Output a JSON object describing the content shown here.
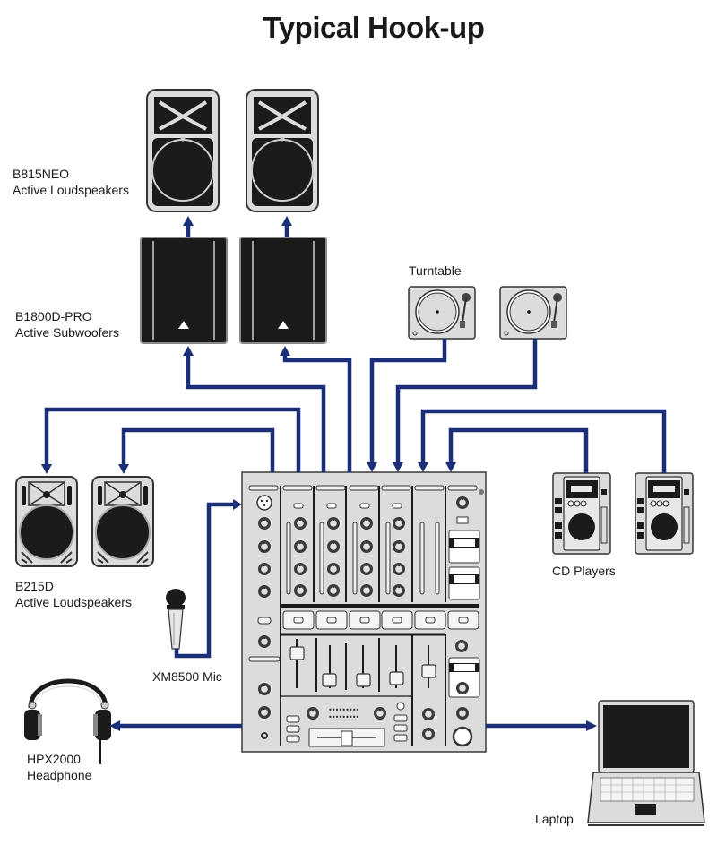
{
  "title": "Typical Hook-up",
  "colors": {
    "cable": "#1a2f78",
    "device_fill": "#dcdcdc",
    "device_dark": "#1b1b1b"
  },
  "devices": {
    "top_speakers": {
      "model": "B815NEO",
      "description": "Active Loudspeakers",
      "count": 2
    },
    "subwoofers": {
      "model": "B1800D-PRO",
      "description": "Active Subwoofers",
      "count": 2
    },
    "turntables": {
      "label": "Turntable",
      "count": 2
    },
    "monitors": {
      "model": "B215D",
      "description": "Active Loudspeakers",
      "count": 2
    },
    "cd_players": {
      "label": "CD Players",
      "count": 2
    },
    "mic": {
      "label": "XM8500 Mic"
    },
    "headphone": {
      "model": "HPX2000",
      "description": "Headphone"
    },
    "laptop": {
      "label": "Laptop"
    },
    "mixer": {
      "label": "DJ Mixer"
    }
  },
  "connections": [
    {
      "from": "subwoofer-1",
      "to": "top-speaker-1"
    },
    {
      "from": "subwoofer-2",
      "to": "top-speaker-2"
    },
    {
      "from": "mixer",
      "to": "subwoofer-1"
    },
    {
      "from": "mixer",
      "to": "subwoofer-2"
    },
    {
      "from": "mixer",
      "to": "monitor-1"
    },
    {
      "from": "mixer",
      "to": "monitor-2"
    },
    {
      "from": "turntable-1",
      "to": "mixer"
    },
    {
      "from": "turntable-2",
      "to": "mixer"
    },
    {
      "from": "cd-player-1",
      "to": "mixer"
    },
    {
      "from": "cd-player-2",
      "to": "mixer"
    },
    {
      "from": "mic",
      "to": "mixer"
    },
    {
      "from": "mixer",
      "to": "headphone"
    },
    {
      "from": "mixer",
      "to": "laptop"
    }
  ]
}
